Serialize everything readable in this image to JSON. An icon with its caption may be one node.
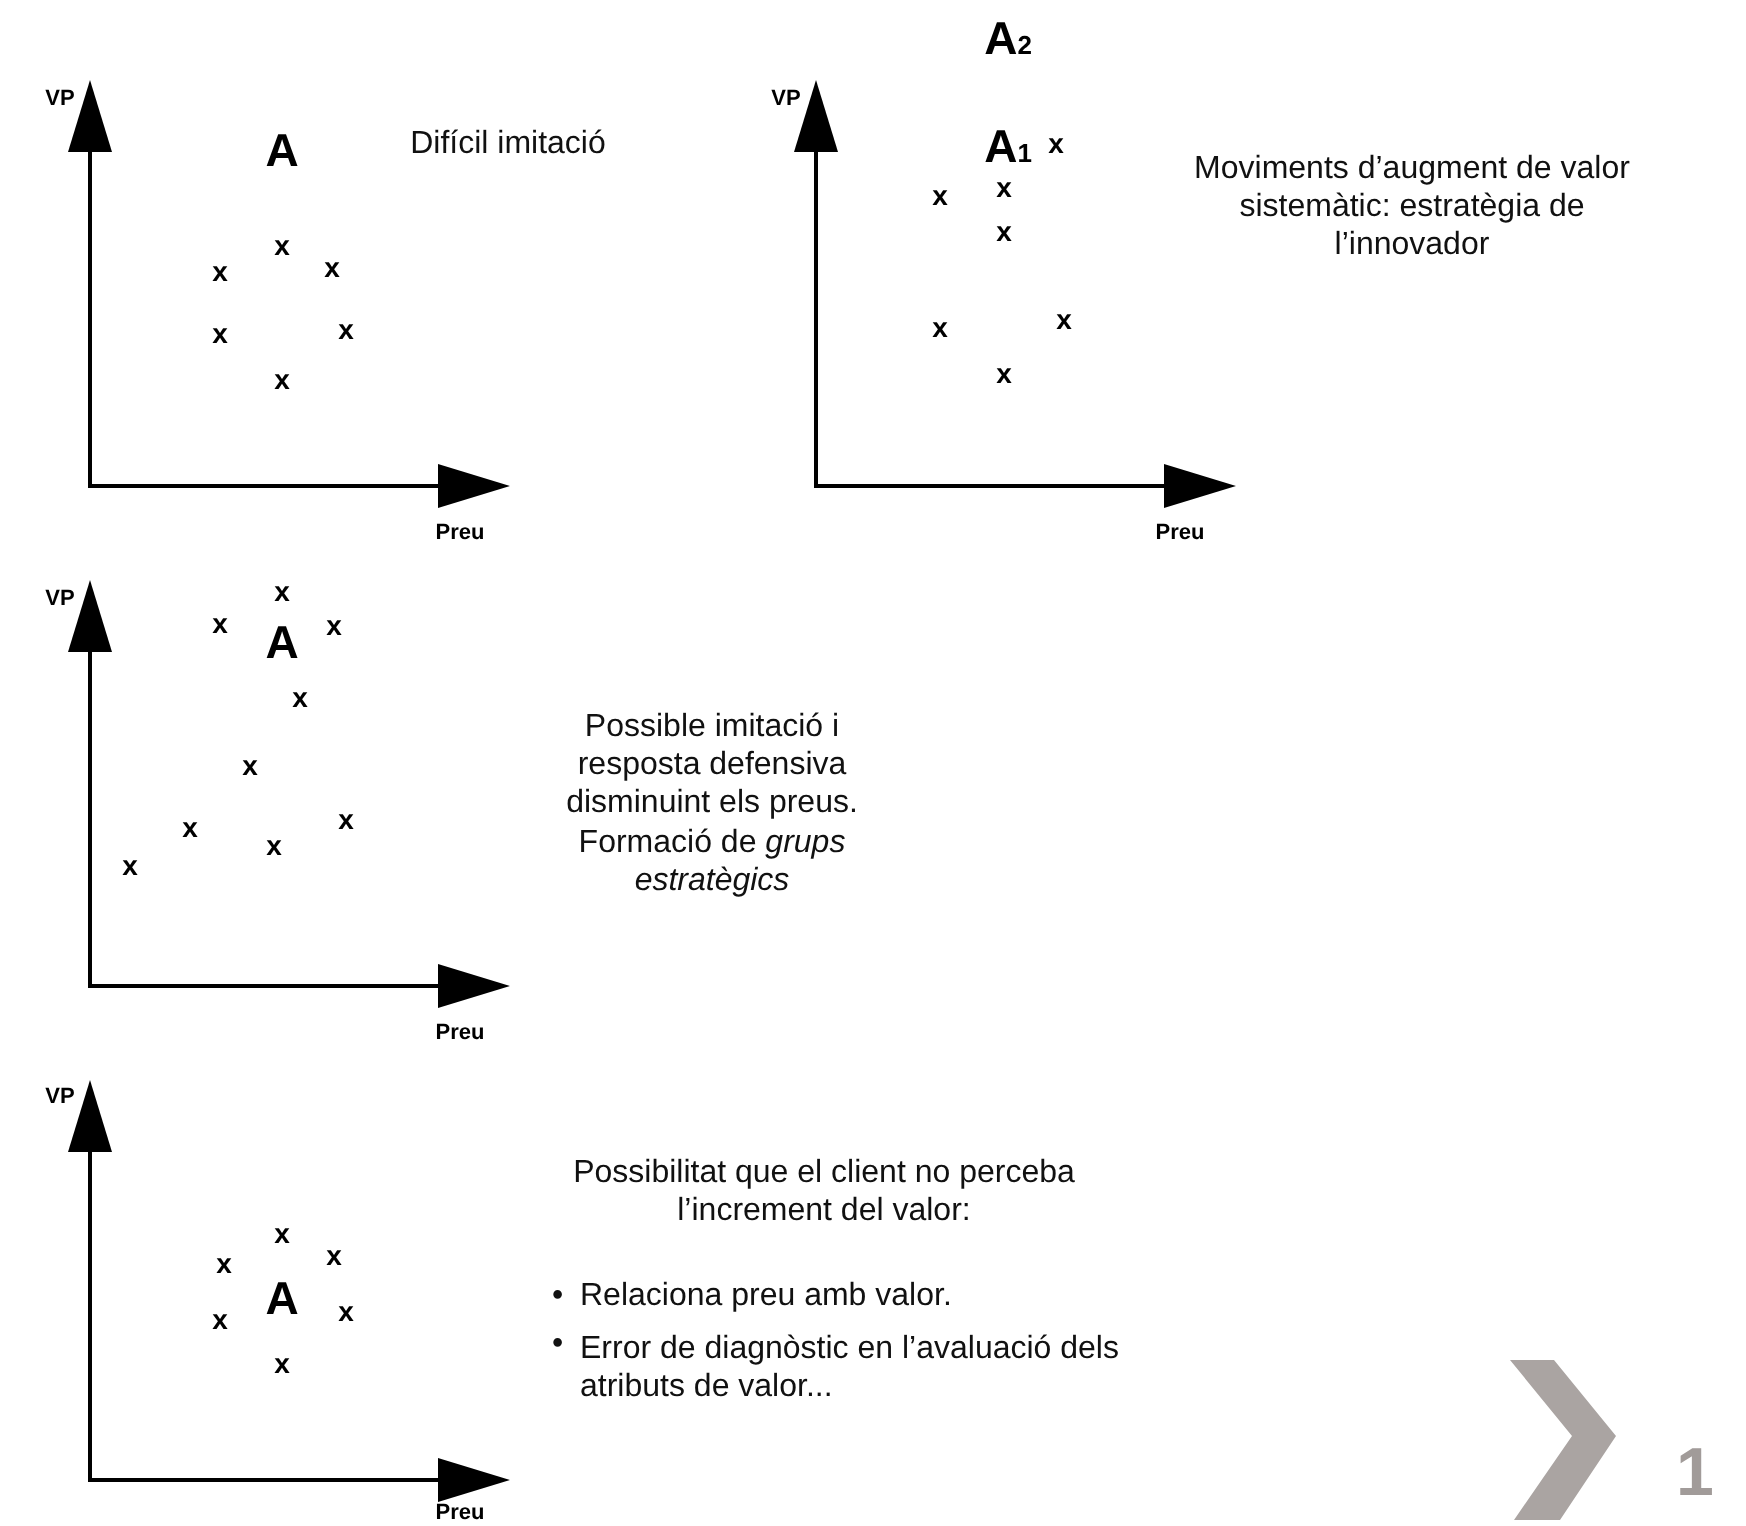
{
  "diagram": {
    "labels": [
      "VP",
      "A",
      "Difícil imitació",
      "x",
      "x",
      "x",
      "x",
      "x",
      "x",
      "Preu",
      "A$_{2}$",
      "VP",
      "A$_{1}$",
      "x",
      "x",
      "x",
      "x",
      "x",
      "x",
      "x",
      "Preu",
      "Moviments d’augment de valor sistemàtic: estratègia de l’innovador",
      "VP",
      "x",
      "x",
      "A",
      "x",
      "x",
      "x",
      "x",
      "x",
      "x",
      "x",
      "Possible imitació i resposta defensiva disminuint els preus. Formació de *grups estratègics*",
      "Preu",
      "VP",
      "x",
      "x",
      "x",
      "x",
      "A",
      "x",
      "x",
      "Preu",
      "Possibilitat que el client no perceba l’increment del valor:",
      "•",
      "Relaciona preu amb valor.",
      "•",
      "Error de diagnòstic en l’avaluació dels atributs de valor...",
      "1"
    ]
  }
}
